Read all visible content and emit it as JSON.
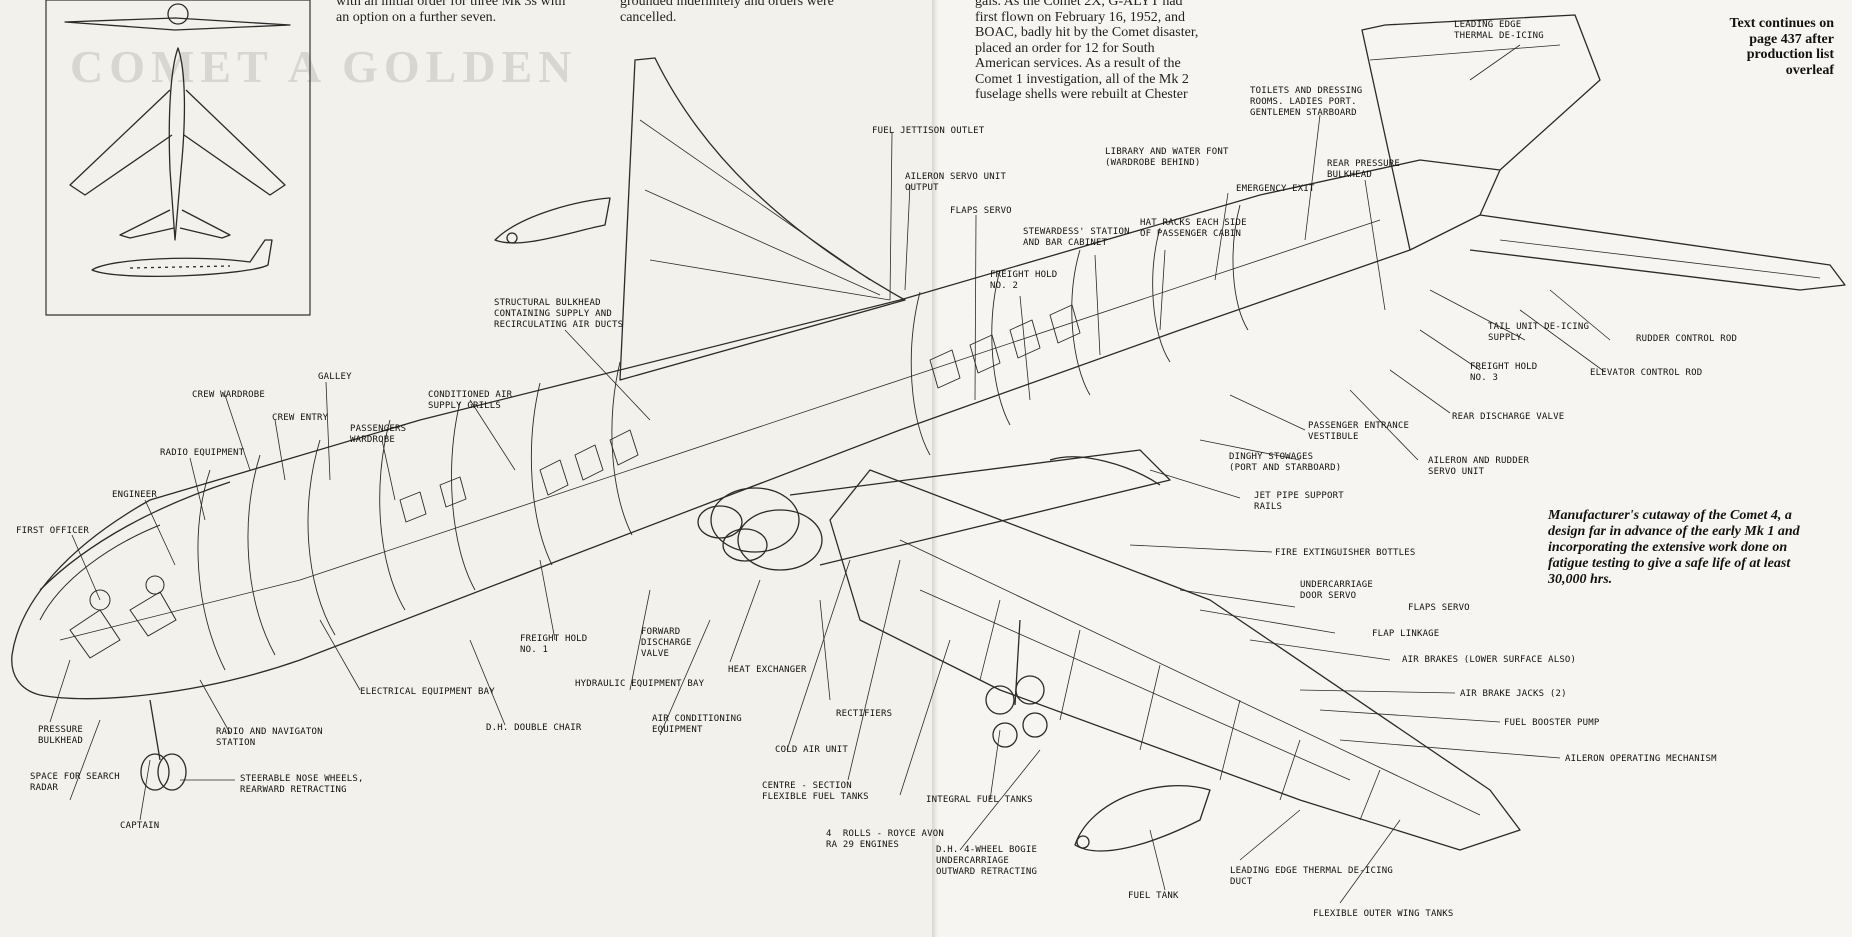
{
  "article": {
    "left_column_text": "with an initial order for three Mk 3s with\nan option on a further seven.",
    "middle_column_text": "grounded indefinitely and orders were\ncancelled.",
    "right_column_text": "gals. As the Comet 2X, G-ALYT had\nfirst flown on February 16, 1952, and\nBOAC, badly hit by the Comet disaster,\nplaced an order for 12 for South\nAmerican services. As a result of the\nComet 1 investigation, all of the Mk 2\nfuselage shells were rebuilt at Chester",
    "continues_note": "Text continues on\npage 437 after\nproduction list\noverleaf",
    "caption": "Manufacturer's cutaway of the Comet 4, a design far in advance of the early Mk 1 and incorporating the extensive work done on fatigue testing to give a safe life of at least 30,000 hrs."
  },
  "labels": {
    "first_officer": "FIRST OFFICER",
    "engineer": "ENGINEER",
    "radio_equipment": "RADIO EQUIPMENT",
    "crew_wardrobe": "CREW WARDROBE",
    "crew_entry": "CREW ENTRY",
    "galley": "GALLEY",
    "passengers_wardrobe": "PASSENGERS\nWARDROBE",
    "conditioned_air": "CONDITIONED AIR\nSUPPLY GRILLS",
    "structural_bulkhead": "STRUCTURAL BULKHEAD\nCONTAINING SUPPLY AND\nRECIRCULATING AIR DUCTS",
    "fuel_jettison": "FUEL JETTISON OUTLET",
    "aileron_servo_output": "AILERON SERVO UNIT\nOUTPUT",
    "flaps_servo_top": "FLAPS SERVO",
    "library": "LIBRARY AND WATER FONT\n(WARDROBE BEHIND)",
    "freight_hold_2": "FREIGHT HOLD\nNO. 2",
    "stewardess": "STEWARDESS' STATION\nAND BAR CABINET",
    "hat_racks": "HAT RACKS EACH SIDE\nOF PASSENGER CABIN",
    "emergency_exit": "EMERGENCY EXIT",
    "toilets": "TOILETS AND DRESSING\nROOMS. LADIES PORT.\nGENTLEMEN STARBOARD",
    "rear_pressure_bulkhead": "REAR PRESSURE\nBULKHEAD",
    "leading_edge_deicing_top": "LEADING EDGE\nTHERMAL DE-ICING",
    "tail_unit_deicing": "TAIL UNIT DE-ICING\nSUPPLY",
    "rudder_control": "RUDDER CONTROL ROD",
    "elevator_control": "ELEVATOR CONTROL ROD",
    "freight_hold_3": "FREIGHT HOLD\nNO. 3",
    "rear_discharge": "REAR DISCHARGE VALVE",
    "passenger_entrance": "PASSENGER ENTRANCE\nVESTIBULE",
    "dinghy": "DINGHY STOWAGES\n(PORT AND STARBOARD)",
    "aileron_rudder_servo": "AILERON AND RUDDER\nSERVO UNIT",
    "jet_pipe": "JET PIPE SUPPORT\nRAILS",
    "fire_ext": "FIRE EXTINGUISHER BOTTLES",
    "undercarriage_door": "UNDERCARRIAGE\nDOOR SERVO",
    "flaps_servo": "FLAPS SERVO",
    "flap_linkage": "FLAP LINKAGE",
    "air_brakes": "AIR BRAKES (LOWER SURFACE ALSO)",
    "air_brake_jacks": "AIR BRAKE JACKS (2)",
    "fuel_booster": "FUEL BOOSTER PUMP",
    "aileron_mech": "AILERON OPERATING MECHANISM",
    "pressure_bulkhead": "PRESSURE\nBULKHEAD",
    "search_radar": "SPACE FOR SEARCH\nRADAR",
    "captain": "CAPTAIN",
    "radio_nav": "RADIO AND NAVIGATON\nSTATION",
    "steerable_nose": "STEERABLE NOSE WHEELS,\nREARWARD RETRACTING",
    "electrical_bay": "ELECTRICAL EQUIPMENT BAY",
    "double_chair": "D.H. DOUBLE CHAIR",
    "freight_hold_1": "FREIGHT HOLD\nNO. 1",
    "hydraulic_bay": "HYDRAULIC EQUIPMENT BAY",
    "forward_discharge": "FORWARD\nDISCHARGE\nVALVE",
    "heat_exchanger": "HEAT EXCHANGER",
    "air_conditioning": "AIR CONDITIONING\nEQUIPMENT",
    "rectifiers": "RECTIFIERS",
    "cold_air": "COLD AIR UNIT",
    "centre_section": "CENTRE - SECTION\nFLEXIBLE FUEL TANKS",
    "engines": "4  ROLLS - ROYCE AVON\nRA 29 ENGINES",
    "integral_tanks": "INTEGRAL FUEL TANKS",
    "bogie": "D.H. 4-WHEEL BOGIE\nUNDERCARRIAGE\nOUTWARD RETRACTING",
    "fuel_tank": "FUEL TANK",
    "leading_edge_duct": "LEADING EDGE THERMAL DE-ICING\nDUCT",
    "outer_wing_tanks": "FLEXIBLE OUTER WING TANKS"
  },
  "colors": {
    "ink": "#1a1a1a",
    "paper": "#f3f1ec",
    "line": "#2a2a2a"
  }
}
